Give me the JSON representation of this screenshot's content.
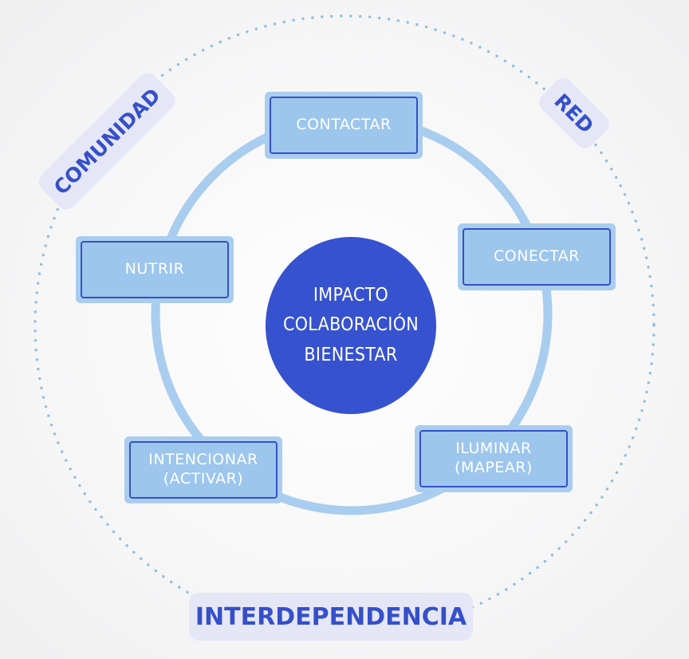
{
  "center": {
    "lines": [
      "IMPACTO",
      "COLABORACIÓN",
      "BIENESTAR"
    ]
  },
  "cycle": {
    "contactar": "CONTACTAR",
    "conectar": "CONECTAR",
    "iluminar": "ILUMINAR\n(MAPEAR)",
    "intencionar": "INTENCIONAR\n(ACTIVAR)",
    "nutrir": "NUTRIR"
  },
  "outer_labels": {
    "comunidad": "COMUNIDAD",
    "red": "RED",
    "interdependencia": "INTERDEPENDENCIA"
  },
  "colors": {
    "center_fill": "#3652cf",
    "ring": "#a9cdee",
    "node_fill": "#9cc6ec",
    "node_border": "#3550c8",
    "label_text": "#3550c8",
    "label_bg": "#e5e7f7",
    "dotted_circle": "#8cc0e6"
  }
}
